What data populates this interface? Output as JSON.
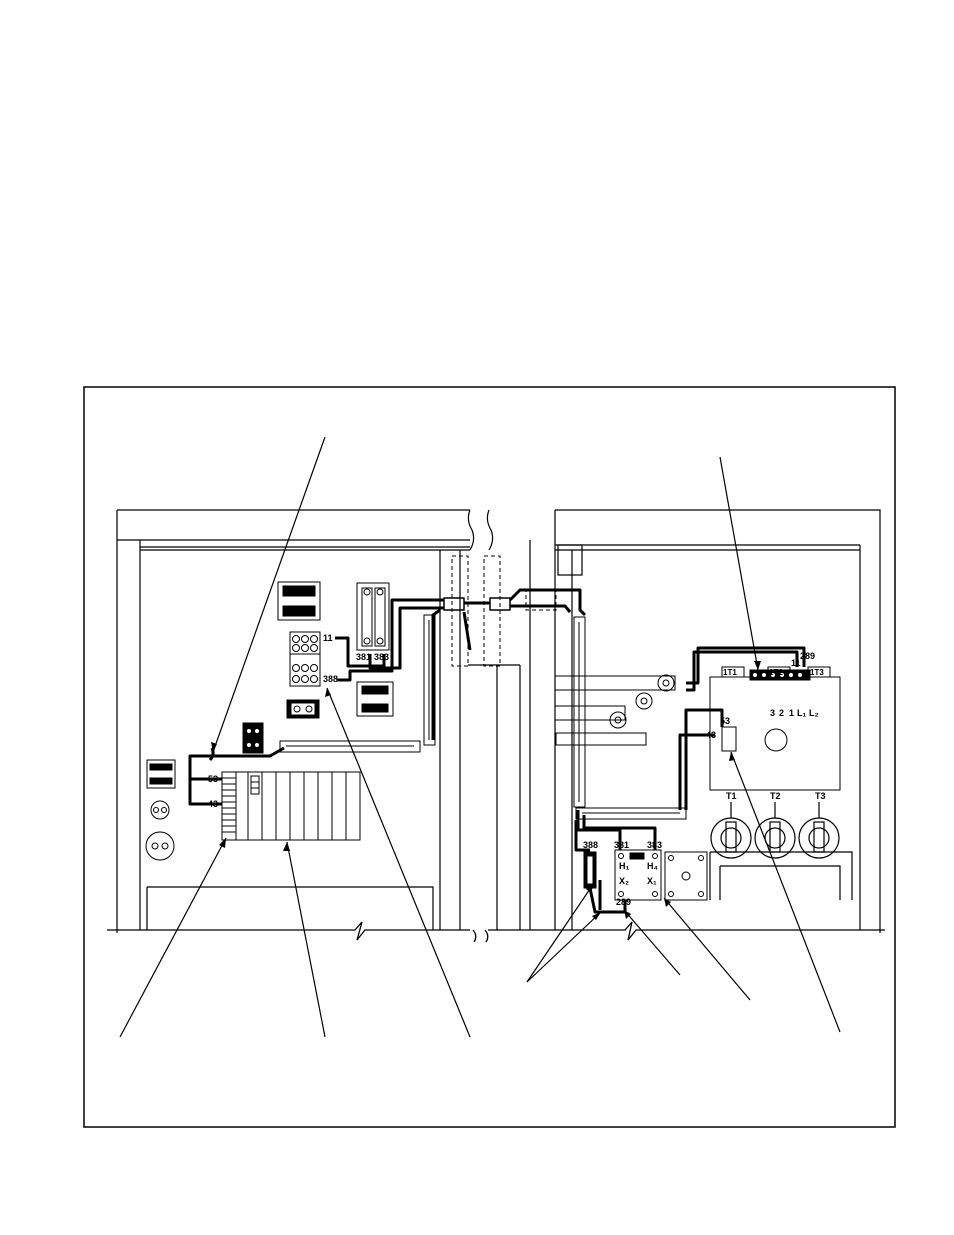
{
  "wiring": {
    "left_panel": {
      "terminal_strip_labels": [
        "11",
        "388"
      ],
      "relay_terminals": [
        "381",
        "383"
      ],
      "module_terminals": [
        "53",
        "43"
      ]
    },
    "right_panel": {
      "transformer_tabs": [
        "1T1",
        "1T2",
        "1T3"
      ],
      "terminal_11": "11",
      "terminal_289": "289",
      "terminal_row": [
        "3",
        "2",
        "1",
        "L₁",
        "L₂"
      ],
      "relay_terminals": [
        "53",
        "43"
      ],
      "output_terminals": [
        "T1",
        "T2",
        "T3"
      ],
      "transformer_wires": [
        "388",
        "381",
        "383",
        "289"
      ],
      "transformer_coils": [
        "H₁",
        "H₄",
        "X₂",
        "X₁"
      ]
    }
  }
}
